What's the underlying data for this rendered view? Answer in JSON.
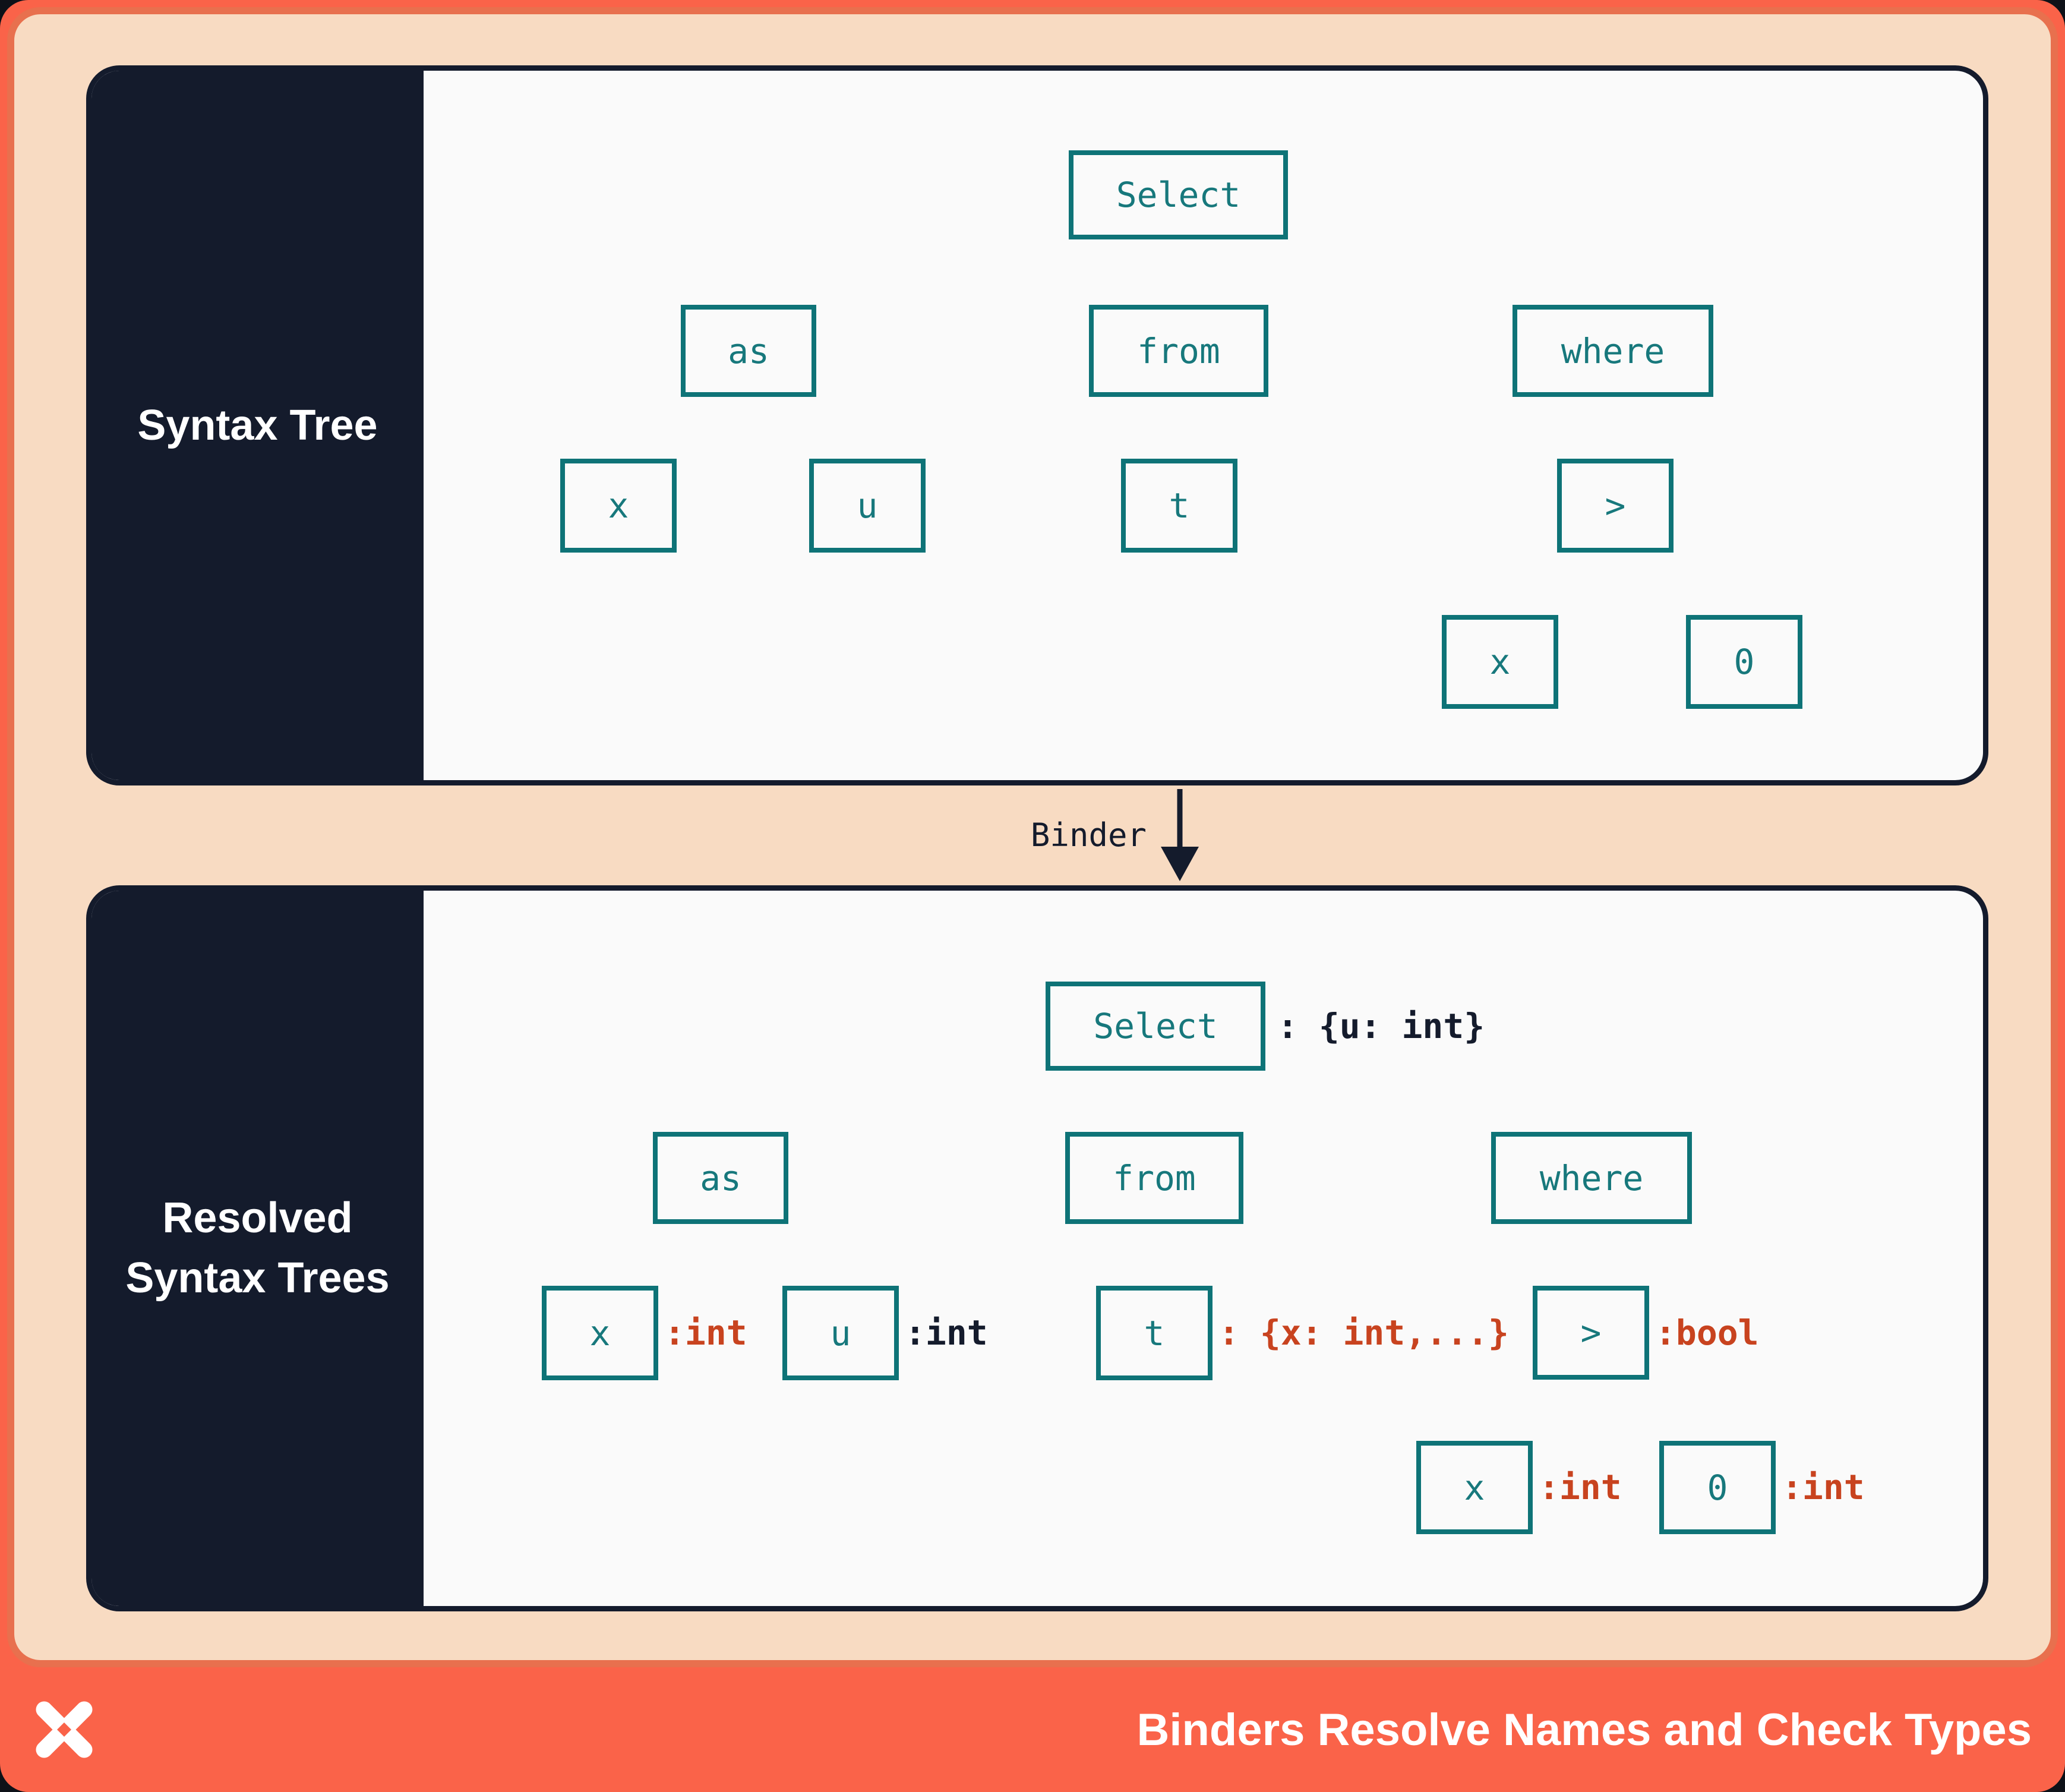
{
  "colors": {
    "page_background": "#0e1118",
    "frame_coral": "#e8704e",
    "footer_coral": "#fa6349",
    "peach_background": "#f8dbc2",
    "panel_background": "#fafafa",
    "navy": "#141b2c",
    "teal_border": "#0e7377",
    "teal_text": "#17787c",
    "type_annotation_red": "#c8431f",
    "white": "#ffffff"
  },
  "top_panel": {
    "label": "Syntax Tree",
    "nodes": {
      "select": "Select",
      "as": "as",
      "from": "from",
      "where": "where",
      "x": "x",
      "u": "u",
      "t": "t",
      "gt": ">",
      "x2": "x",
      "zero": "0"
    }
  },
  "binder": {
    "label": "Binder"
  },
  "bottom_panel": {
    "label_line1": "Resolved",
    "label_line2": "Syntax Trees",
    "nodes": {
      "select": "Select",
      "as": "as",
      "from": "from",
      "where": "where",
      "x": "x",
      "u": "u",
      "t": "t",
      "gt": ">",
      "x2": "x",
      "zero": "0"
    },
    "types": {
      "select": ": {u: int}",
      "x": ":int",
      "u": ":int",
      "t": ": {x: int,...}",
      "gt": ":bool",
      "x2": ":int",
      "zero": ":int"
    }
  },
  "footer": {
    "title": "Binders Resolve Names and Check Types"
  }
}
